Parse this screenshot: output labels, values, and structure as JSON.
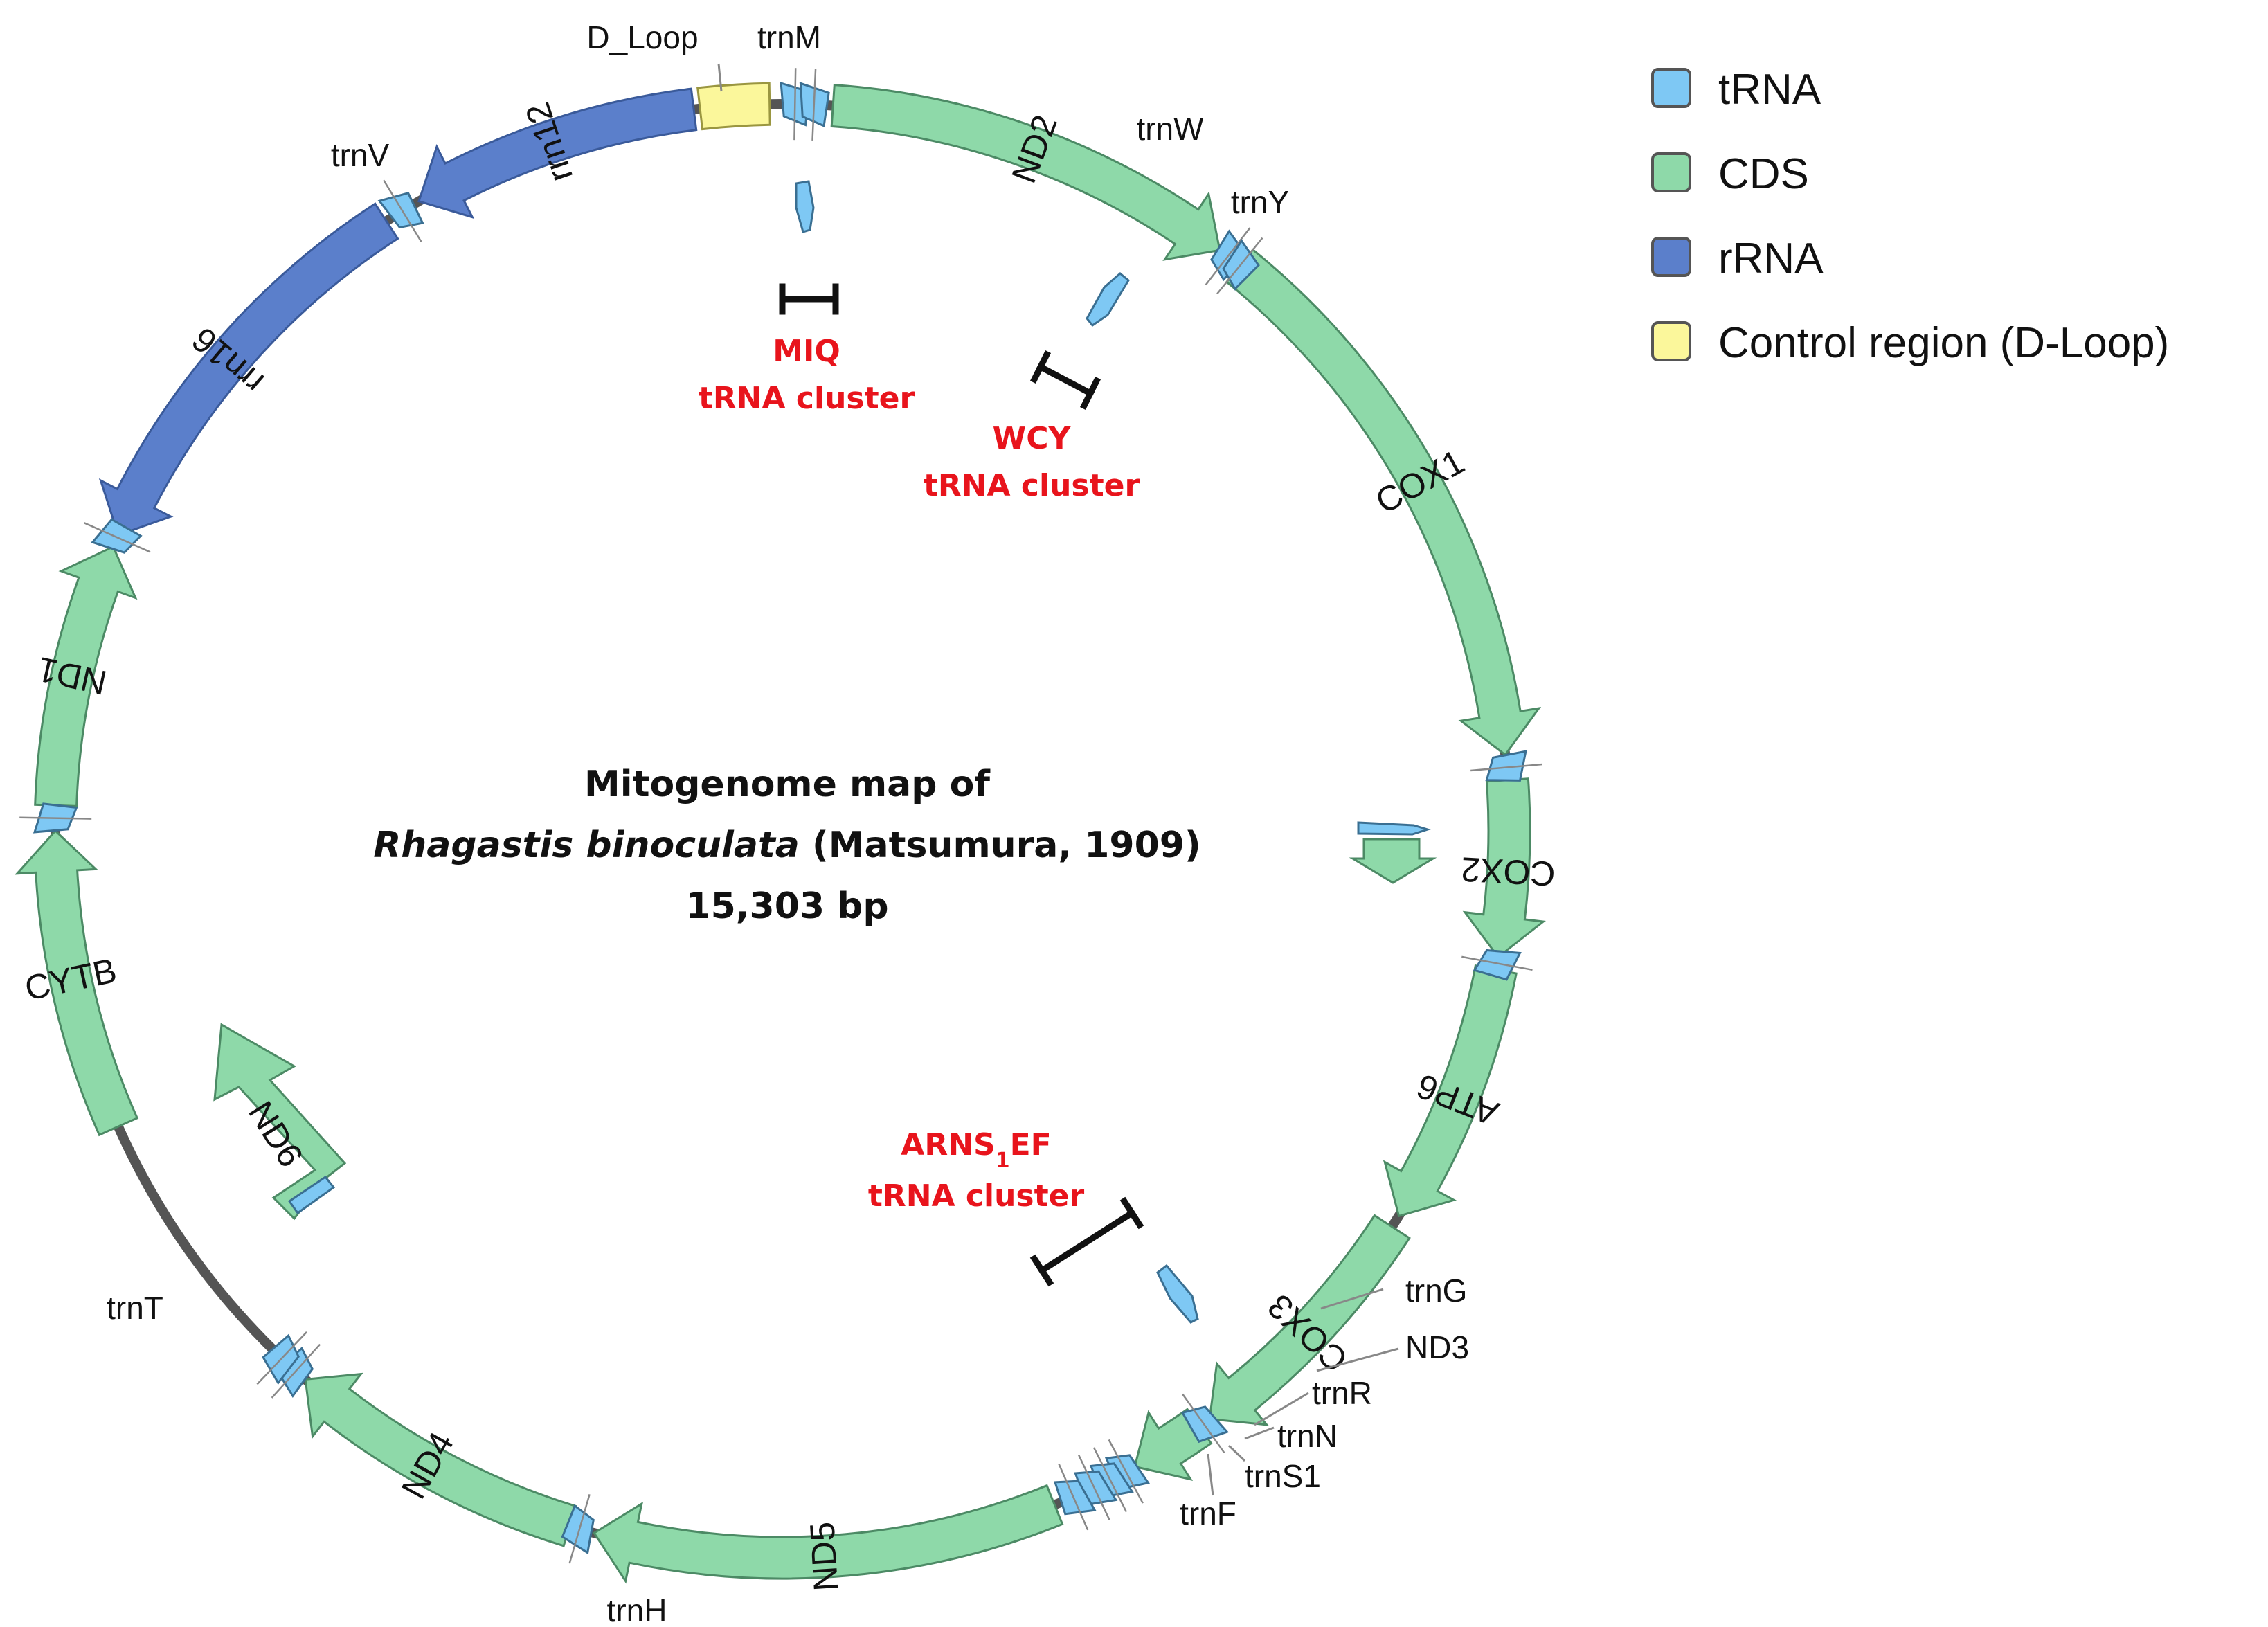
{
  "title": {
    "line1": "Mitogenome map of",
    "species": "Rhagastis binoculata",
    "authority": " (Matsumura, 1909)",
    "size": "15,303 bp"
  },
  "colors": {
    "tRNA": "#7ec8f4",
    "CDS": "#8ed9a9",
    "rRNA": "#5b7fcb",
    "control": "#fbf79b",
    "backbone": "#555555",
    "cluster_text": "#e8141c"
  },
  "legend": [
    {
      "key": "tRNA",
      "label": "tRNA",
      "color": "#7ec8f4"
    },
    {
      "key": "CDS",
      "label": "CDS",
      "color": "#8ed9a9"
    },
    {
      "key": "rRNA",
      "label": "rRNA",
      "color": "#5b7fcb"
    },
    {
      "key": "control",
      "label": "Control region (D-Loop)",
      "color": "#fbf79b"
    }
  ],
  "inner_labels": {
    "ND2": "ND2",
    "COX1": "COX1",
    "COX2": "COX2",
    "ATP6": "ATP6",
    "COX3": "COX3",
    "ND5": "ND5",
    "ND4": "ND4",
    "ND6": "ND6",
    "CYTB": "CYTB",
    "ND1": "ND1",
    "rrn16": "rrn16",
    "rrn12": "rrn12"
  },
  "outer_labels": {
    "D_Loop": "D_Loop",
    "trnM": "trnM",
    "trnW": "trnW",
    "trnY": "trnY",
    "trnV": "trnV",
    "trnG": "trnG",
    "ND3": "ND3",
    "trnR": "trnR",
    "trnN": "trnN",
    "trnS1": "trnS1",
    "trnF": "trnF",
    "trnH": "trnH",
    "trnT": "trnT"
  },
  "clusters": {
    "miq": {
      "name": "MIQ",
      "suffix": "tRNA cluster"
    },
    "wcy": {
      "name": "WCY",
      "suffix": "tRNA cluster"
    },
    "arns": {
      "name_pre": "ARNS",
      "name_sub": "1",
      "name_post": "EF",
      "suffix": "tRNA cluster"
    }
  }
}
